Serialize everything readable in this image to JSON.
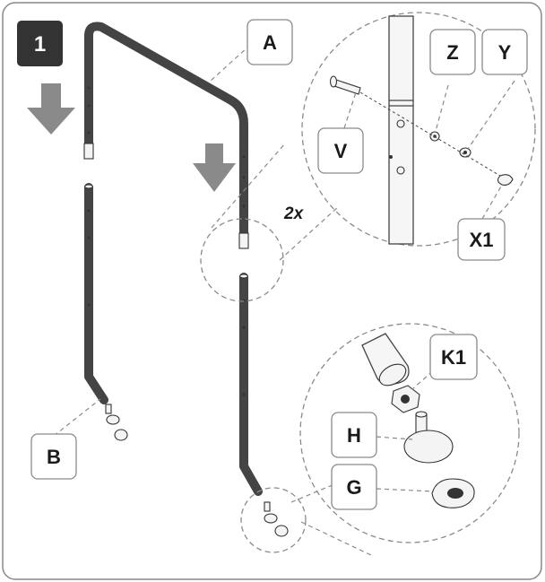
{
  "step": {
    "number": "1",
    "badge_color": "#333333"
  },
  "multiplier": "2x",
  "labels": {
    "a": "A",
    "b": "B",
    "v": "V",
    "z": "Z",
    "y": "Y",
    "x1": "X1",
    "k1": "K1",
    "h": "H",
    "g": "G"
  },
  "colors": {
    "arrow": "#8a8a8a",
    "frame": "#888888",
    "line": "#444444"
  },
  "icons": [
    "down-arrow-icon"
  ]
}
